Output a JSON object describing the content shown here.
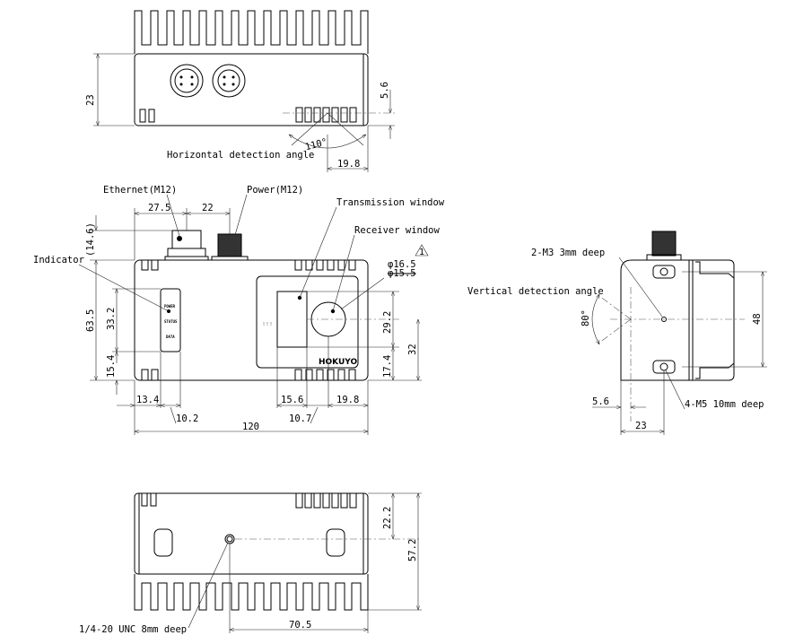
{
  "top_view": {
    "dim_height": "23",
    "dim_offset": "5.6",
    "dim_side": "19.8",
    "angle": "110°",
    "label_horizontal_angle": "Horizontal detection angle"
  },
  "front_view": {
    "label_ethernet": "Ethernet(M12)",
    "label_power": "Power(M12)",
    "label_transmission": "Transmission window",
    "label_receiver": "Receiver window",
    "label_indicator": "Indicator",
    "revision_mark": "1",
    "dia_outer": "φ16.5",
    "dia_inner": "φ15.5",
    "dim_27_5": "27.5",
    "dim_22": "22",
    "dim_14_6": "(14.6)",
    "dim_63_5": "63.5",
    "dim_33_2": "33.2",
    "dim_15_4": "15.4",
    "dim_29_2": "29.2",
    "dim_32": "32",
    "dim_17_4": "17.4",
    "dim_13_4": "13.4",
    "dim_10_2": "10.2",
    "dim_15_6": "15.6",
    "dim_10_7": "10.7",
    "dim_19_8": "19.8",
    "dim_120": "120",
    "led_power": "POWER",
    "led_status": "STATUS",
    "led_data": "DATA",
    "brand": "HOKUYO"
  },
  "side_view": {
    "label_m3": "2-M3 3mm deep",
    "label_vertical_angle": "Vertical detection angle",
    "angle": "80°",
    "dim_48": "48",
    "dim_5_6": "5.6",
    "dim_23": "23",
    "label_m5": "4-M5 10mm deep"
  },
  "bottom_view": {
    "dim_22_2": "22.2",
    "dim_57_2": "57.2",
    "dim_70_5": "70.5",
    "label_unc": "1/4-20 UNC 8mm deep"
  }
}
